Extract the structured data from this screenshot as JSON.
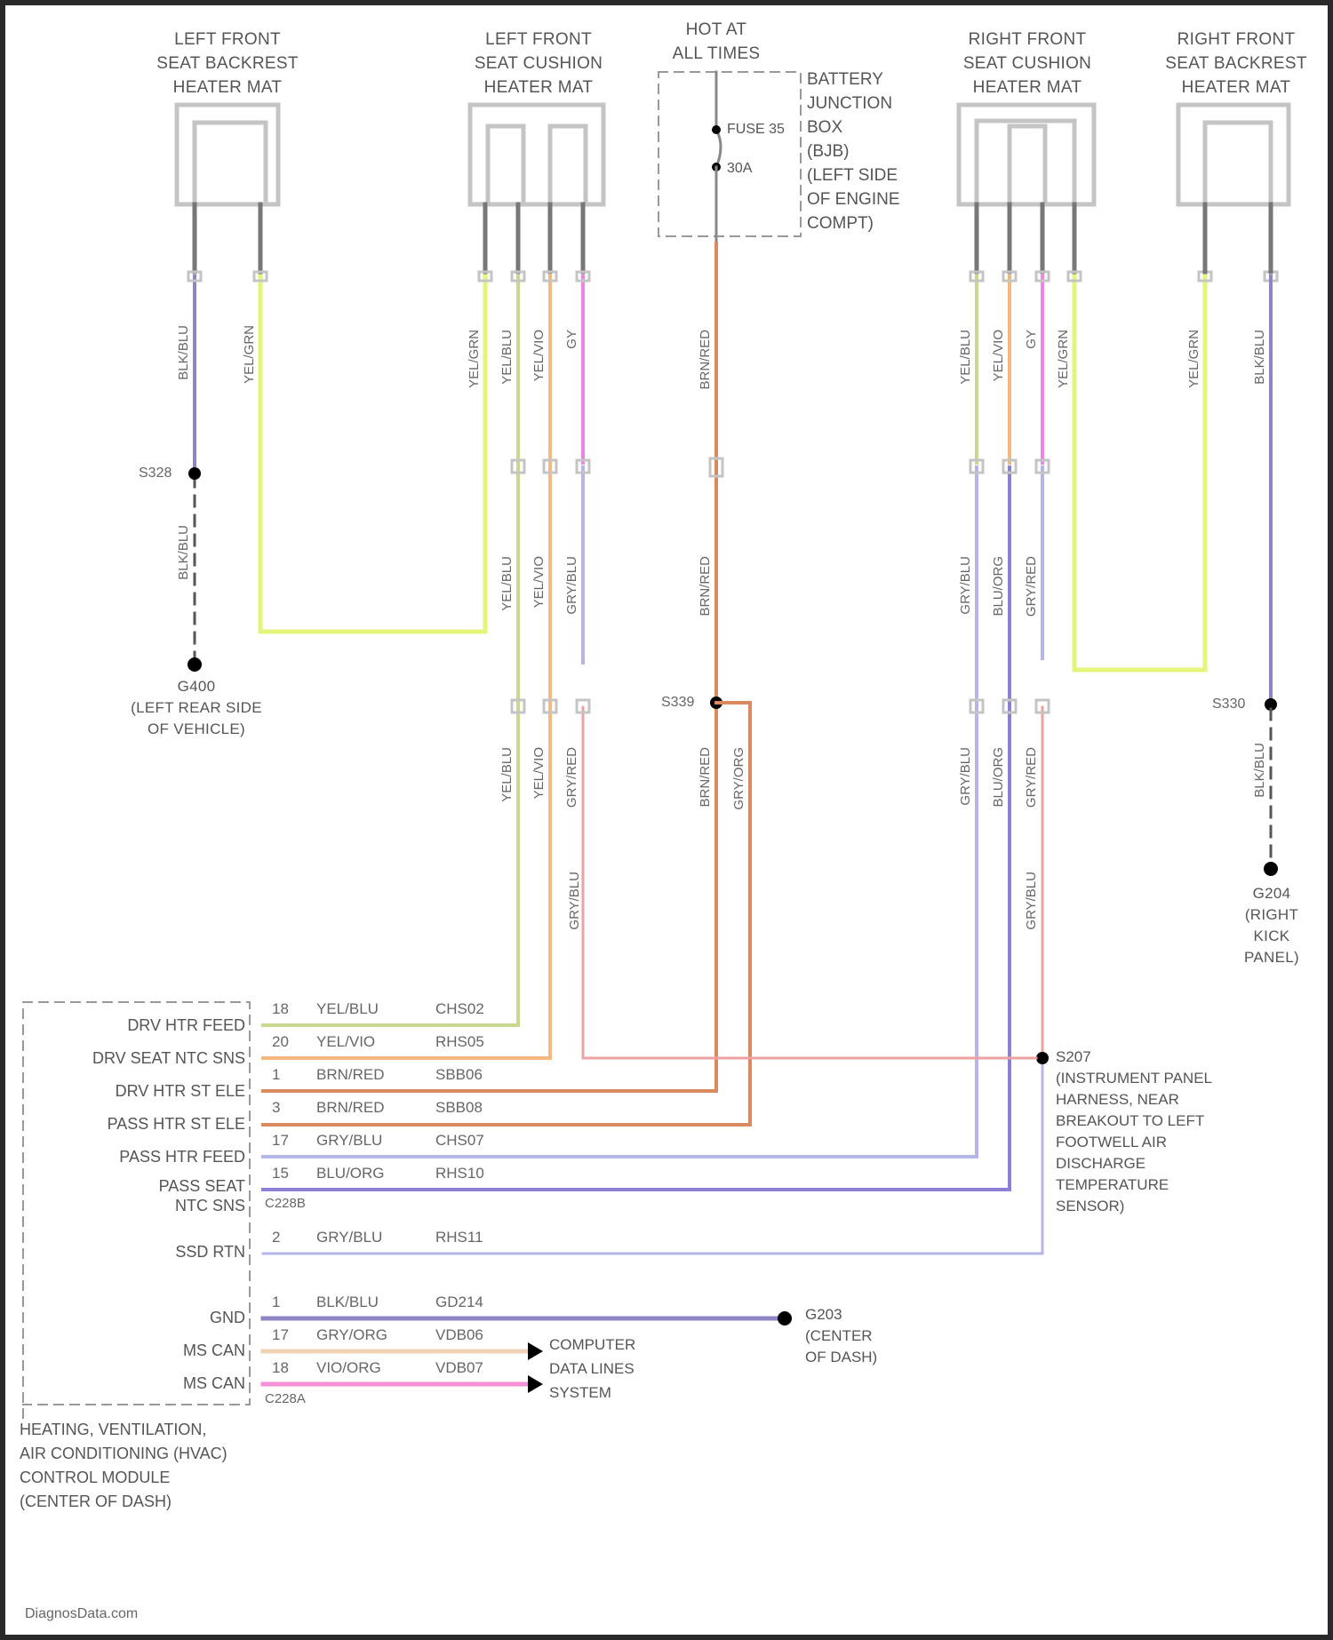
{
  "components": {
    "lf_backrest": {
      "title": "LEFT FRONT\nSEAT BACKREST\nHEATER MAT"
    },
    "lf_cushion": {
      "title": "LEFT FRONT\nSEAT CUSHION\nHEATER MAT"
    },
    "hot_at_all_times": {
      "title": "HOT AT\nALL TIMES"
    },
    "bjb": {
      "title": "BATTERY\nJUNCTION\nBOX\n(BJB)\n(LEFT SIDE\nOF ENGINE\nCOMPT)",
      "fuse": "FUSE 35",
      "fuse_rating": "30A"
    },
    "rf_cushion": {
      "title": "RIGHT FRONT\nSEAT CUSHION\nHEATER MAT"
    },
    "rf_backrest": {
      "title": "RIGHT FRONT\nSEAT BACKREST\nHEATER MAT"
    },
    "hvac_module": {
      "title": "HEATING, VENTILATION,\nAIR CONDITIONING (HVAC)\nCONTROL MODULE\n(CENTER OF DASH)"
    },
    "data_lines": {
      "title": "COMPUTER\nDATA LINES\nSYSTEM"
    }
  },
  "grounds": {
    "g400": {
      "id": "G400",
      "location": "(LEFT REAR SIDE\nOF VEHICLE)"
    },
    "g204": {
      "id": "G204",
      "location": "(RIGHT\nKICK\nPANEL)"
    },
    "g203": {
      "id": "G203",
      "location": "(CENTER\nOF DASH)"
    }
  },
  "splices": {
    "s328": "S328",
    "s330": "S330",
    "s339": "S339",
    "s207": {
      "id": "S207",
      "description": "(INSTRUMENT PANEL\nHARNESS, NEAR\nBREAKOUT TO LEFT\nFOOTWELL AIR\nDISCHARGE\nTEMPERATURE\nSENSOR)"
    }
  },
  "wire_labels": {
    "lf_back_1": "BLK/BLU",
    "lf_back_2": "YEL/GRN",
    "lf_cush_1": "YEL/GRN",
    "lf_cush_2": "YEL/BLU",
    "lf_cush_3": "YEL/VIO",
    "lf_cush_4": "GY",
    "fuse_out": "BRN/RED",
    "ground_g400": "BLK/BLU",
    "lf_mid_1": "YEL/BLU",
    "lf_mid_2": "YEL/VIO",
    "lf_mid_3": "GRY/BLU",
    "lf_low_1": "YEL/BLU",
    "lf_low_2": "YEL/VIO",
    "lf_low_3": "GRY/RED",
    "fuse_mid": "BRN/RED",
    "s339_a": "BRN/RED",
    "s339_b": "GRY/ORG",
    "rf_cush_1": "YEL/BLU",
    "rf_cush_2": "YEL/VIO",
    "rf_cush_3": "GY",
    "rf_cush_4": "YEL/GRN",
    "rf_back_1": "YEL/GRN",
    "rf_back_2": "BLK/BLU",
    "rf_mid_1": "GRY/BLU",
    "rf_mid_2": "BLU/ORG",
    "rf_mid_3": "GRY/RED",
    "rf_low_1": "GRY/BLU",
    "rf_low_2": "BLU/ORG",
    "rf_low_3": "GRY/RED",
    "ground_g204": "BLK/BLU",
    "s207_in": "GRY/BLU",
    "lf_to_s207": "GRY/BLU"
  },
  "hvac_pins": [
    {
      "signal": "DRV HTR FEED",
      "pin": "18",
      "color_code": "YEL/BLU",
      "circuit": "CHS02",
      "wire_color": "#c8d98f"
    },
    {
      "signal": "DRV SEAT NTC SNS",
      "pin": "20",
      "color_code": "YEL/VIO",
      "circuit": "RHS05",
      "wire_color": "#f6b880"
    },
    {
      "signal": "DRV HTR ST ELE",
      "pin": "1",
      "color_code": "BRN/RED",
      "circuit": "SBB06",
      "wire_color": "#d98a5e"
    },
    {
      "signal": "PASS HTR ST ELE",
      "pin": "3",
      "color_code": "BRN/RED",
      "circuit": "SBB08",
      "wire_color": "#d98a5e"
    },
    {
      "signal": "PASS HTR FEED",
      "pin": "17",
      "color_code": "GRY/BLU",
      "circuit": "CHS07",
      "wire_color": "#b5b5e8"
    },
    {
      "signal": "PASS SEAT\nNTC SNS",
      "pin": "15",
      "color_code": "BLU/ORG",
      "circuit": "RHS10",
      "wire_color": "#8d7fd6"
    },
    {
      "signal": "SSD RTN",
      "pin": "2",
      "color_code": "GRY/BLU",
      "circuit": "RHS11",
      "wire_color": "#b5b5e8"
    }
  ],
  "hvac_connector_1": "C228B",
  "hvac_pins_2": [
    {
      "signal": "GND",
      "pin": "1",
      "color_code": "BLK/BLU",
      "circuit": "GD214",
      "wire_color": "#8d85c4"
    },
    {
      "signal": "MS CAN",
      "pin": "17",
      "color_code": "GRY/ORG",
      "circuit": "VDB06",
      "wire_color": "#f1d2b5"
    },
    {
      "signal": "MS CAN",
      "pin": "18",
      "color_code": "VIO/ORG",
      "circuit": "VDB07",
      "wire_color": "#f58fd6"
    }
  ],
  "hvac_connector_2": "C228A",
  "colors": {
    "blk_blu": "#8d85c4",
    "yel_grn": "#e4f57a",
    "yel_blu": "#c8d98f",
    "yel_vio": "#f6b880",
    "gy": "#f083e8",
    "brn_red": "#d98a5e",
    "gry_blu": "#b5b5e8",
    "blu_org": "#8d7fd6",
    "gry_red": "#f0a0a0",
    "gry_org": "#f1d2b5",
    "vio_org": "#f58fd6",
    "outline": "#c4c4c4"
  },
  "watermark": "DiagnosData.com"
}
